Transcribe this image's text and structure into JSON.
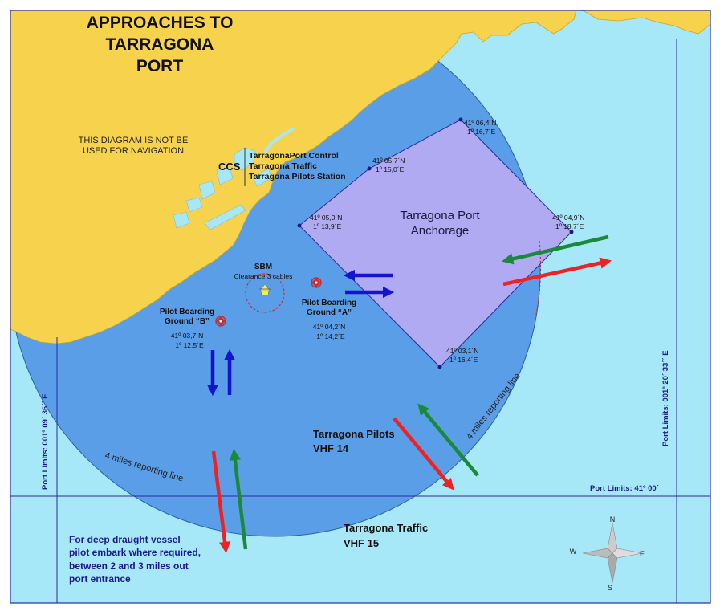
{
  "title": {
    "line1": "APPROACHES TO",
    "line2": "TARRAGONA",
    "line3": "PORT"
  },
  "disclaimer": {
    "line1": "THIS DIAGRAM IS NOT BE",
    "line2": "USED FOR NAVIGATION"
  },
  "ccs": {
    "label": "CCS",
    "line1": "TarragonaPort Control",
    "line2": "Tarragona Traffic",
    "line3": "Tarragona Pilots Station"
  },
  "anchorage": {
    "line1": "Tarragona Port",
    "line2": "Anchorage",
    "vertices": [
      {
        "lat": "41º 06,4´N",
        "lon": "1º 16,7´E"
      },
      {
        "lat": "41º 05,7´N",
        "lon": "1º 15,0´E"
      },
      {
        "lat": "41º 05,0´N",
        "lon": "1º 13,9´E"
      },
      {
        "lat": "41º 04,9´N",
        "lon": "1º 18,7´E"
      },
      {
        "lat": "41º 03,1´N",
        "lon": "1º 16,4´E"
      }
    ]
  },
  "sbm": {
    "label": "SBM",
    "clearance": "Clearance 3 cables"
  },
  "pilot_a": {
    "line1": "Pilot Boarding",
    "line2": "Ground “A”",
    "lat": "41º 04,2´N",
    "lon": "1º 14,2´E"
  },
  "pilot_b": {
    "line1": "Pilot Boarding",
    "line2": "Ground “B”",
    "lat": "41º 03,7´N",
    "lon": "1º 12,5´E"
  },
  "reporting_line": {
    "left": "4 miles reporting line",
    "right": "4 miles reporting line"
  },
  "pilots_vhf": {
    "line1": "Tarragona Pilots",
    "line2": "VHF 14"
  },
  "traffic_vhf": {
    "line1": "Tarragona Traffic",
    "line2": "VHF 15"
  },
  "port_limits": {
    "west": "Port Limits: 001º 09´ 36´´ E",
    "east": "Port Limits: 001º 20´ 33´´ E",
    "south": "Port Limits: 41º 00´"
  },
  "deep_draught_note": {
    "line1": "For deep draught vessel",
    "line2": "pilot embark where required,",
    "line3": "between 2 and 3 miles out",
    "line4": "port entrance"
  },
  "compass": {
    "n": "N",
    "s": "S",
    "e": "E",
    "w": "W"
  },
  "colors": {
    "land": "#f7d24c",
    "sea_outer": "#a6e8f7",
    "sea_inner": "#5b9ee8",
    "anchorage": "#b0aaf2",
    "frame": "#2a2aa0",
    "arrow_red": "#ee2222",
    "arrow_green": "#1a8a3a",
    "arrow_blue": "#1313d0"
  }
}
